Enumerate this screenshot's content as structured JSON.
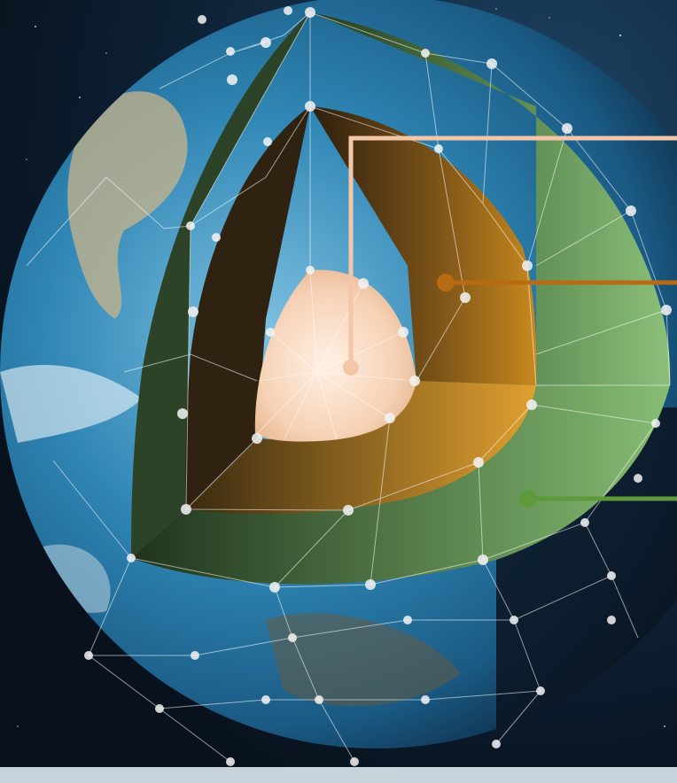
{
  "diagram": {
    "subject": "cutaway-earth-layers",
    "layers": [
      {
        "id": "inner-core",
        "color": "#f6cfb4"
      },
      {
        "id": "outer-core",
        "color": "#d98e1c"
      },
      {
        "id": "mantle",
        "color": "#7fb46a"
      }
    ],
    "leader_colors": {
      "inner_core": "#f4c6a8",
      "outer_core": "#b86b12",
      "mantle": "#5e9a3c"
    },
    "colors": {
      "space": "#08111c",
      "ocean": "#1f6f9c",
      "mesh": "#ffffff",
      "bottom_strip": "#c9d3dc"
    }
  }
}
